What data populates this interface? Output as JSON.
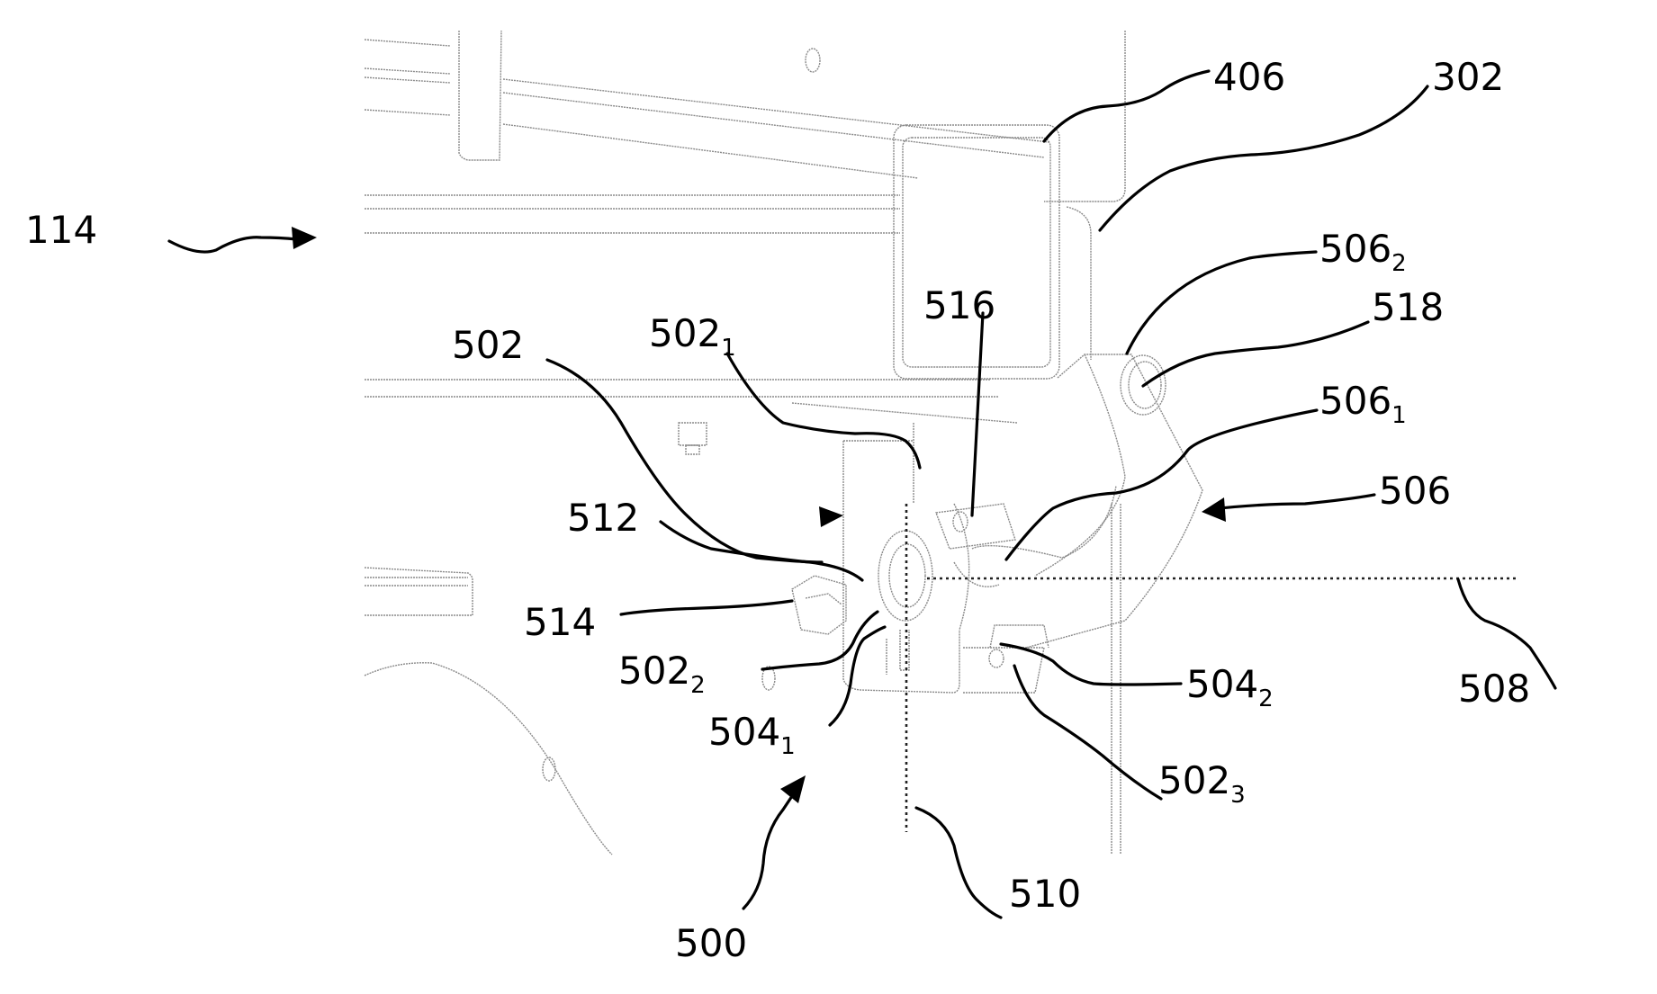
{
  "figure": {
    "type": "patent-drawing",
    "description": "Mounting bracket assembly attached to a frame member",
    "labels": [
      {
        "id": "114",
        "text": "114",
        "sub": ""
      },
      {
        "id": "406",
        "text": "406",
        "sub": ""
      },
      {
        "id": "302",
        "text": "302",
        "sub": ""
      },
      {
        "id": "506_2",
        "text": "506",
        "sub": "2"
      },
      {
        "id": "518",
        "text": "518",
        "sub": ""
      },
      {
        "id": "516",
        "text": "516",
        "sub": ""
      },
      {
        "id": "502",
        "text": "502",
        "sub": ""
      },
      {
        "id": "502_1",
        "text": "502",
        "sub": "1"
      },
      {
        "id": "506_1",
        "text": "506",
        "sub": "1"
      },
      {
        "id": "506",
        "text": "506",
        "sub": ""
      },
      {
        "id": "512",
        "text": "512",
        "sub": ""
      },
      {
        "id": "514",
        "text": "514",
        "sub": ""
      },
      {
        "id": "508",
        "text": "508",
        "sub": ""
      },
      {
        "id": "502_2",
        "text": "502",
        "sub": "2"
      },
      {
        "id": "504_2",
        "text": "504",
        "sub": "2"
      },
      {
        "id": "504_1",
        "text": "504",
        "sub": "1"
      },
      {
        "id": "502_3",
        "text": "502",
        "sub": "3"
      },
      {
        "id": "510",
        "text": "510",
        "sub": ""
      },
      {
        "id": "500",
        "text": "500",
        "sub": ""
      }
    ]
  }
}
